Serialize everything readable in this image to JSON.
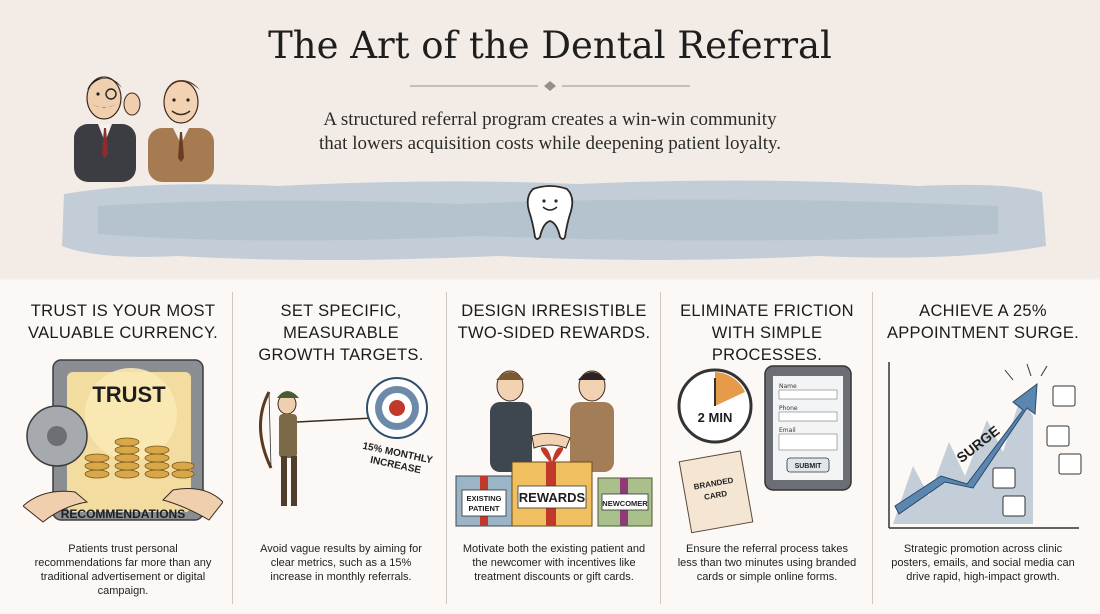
{
  "header": {
    "title": "The Art of the Dental Referral",
    "subtitle_line1": "A structured referral program creates a win-win community",
    "subtitle_line2": "that lowers acquisition costs while deepening patient loyalty."
  },
  "columns": [
    {
      "title_line1": "Trust is your most",
      "title_line2": "valuable currency.",
      "art_labels": [
        "TRUST",
        "RECOMMENDATIONS"
      ],
      "text_lines": [
        "Patients trust personal",
        "recommendations far more than any",
        "traditional advertisement or digital",
        "campaign."
      ]
    },
    {
      "title_line1": "Set specific, measurable",
      "title_line2": "growth targets.",
      "art_labels": [
        "15% MONTHLY",
        "INCREASE"
      ],
      "text_lines": [
        "Avoid vague results by aiming for",
        "clear metrics, such as a 15%",
        "increase in monthly referrals."
      ]
    },
    {
      "title_line1": "Design irresistible",
      "title_line2": "two-sided rewards.",
      "art_labels": [
        "EXISTING",
        "PATIENT",
        "REWARDS",
        "NEWCOMER"
      ],
      "text_lines": [
        "Motivate both the existing patient and",
        "the newcomer with incentives like",
        "treatment discounts or gift cards."
      ]
    },
    {
      "title_line1": "Eliminate friction",
      "title_line2": "with simple processes.",
      "art_labels": [
        "2 MIN",
        "BRANDED",
        "CARD",
        "Name",
        "Phone",
        "Email",
        "SUBMIT"
      ],
      "text_lines": [
        "Ensure the referral process takes",
        "less than two minutes using branded",
        "cards or simple online forms."
      ]
    },
    {
      "title_line1": "Achieve a 25%",
      "title_line2": "appointment surge.",
      "art_labels": [
        "SURGE"
      ],
      "text_lines": [
        "Strategic promotion across clinic",
        "posters, emails, and social media can",
        "drive rapid, high-impact growth."
      ]
    }
  ]
}
